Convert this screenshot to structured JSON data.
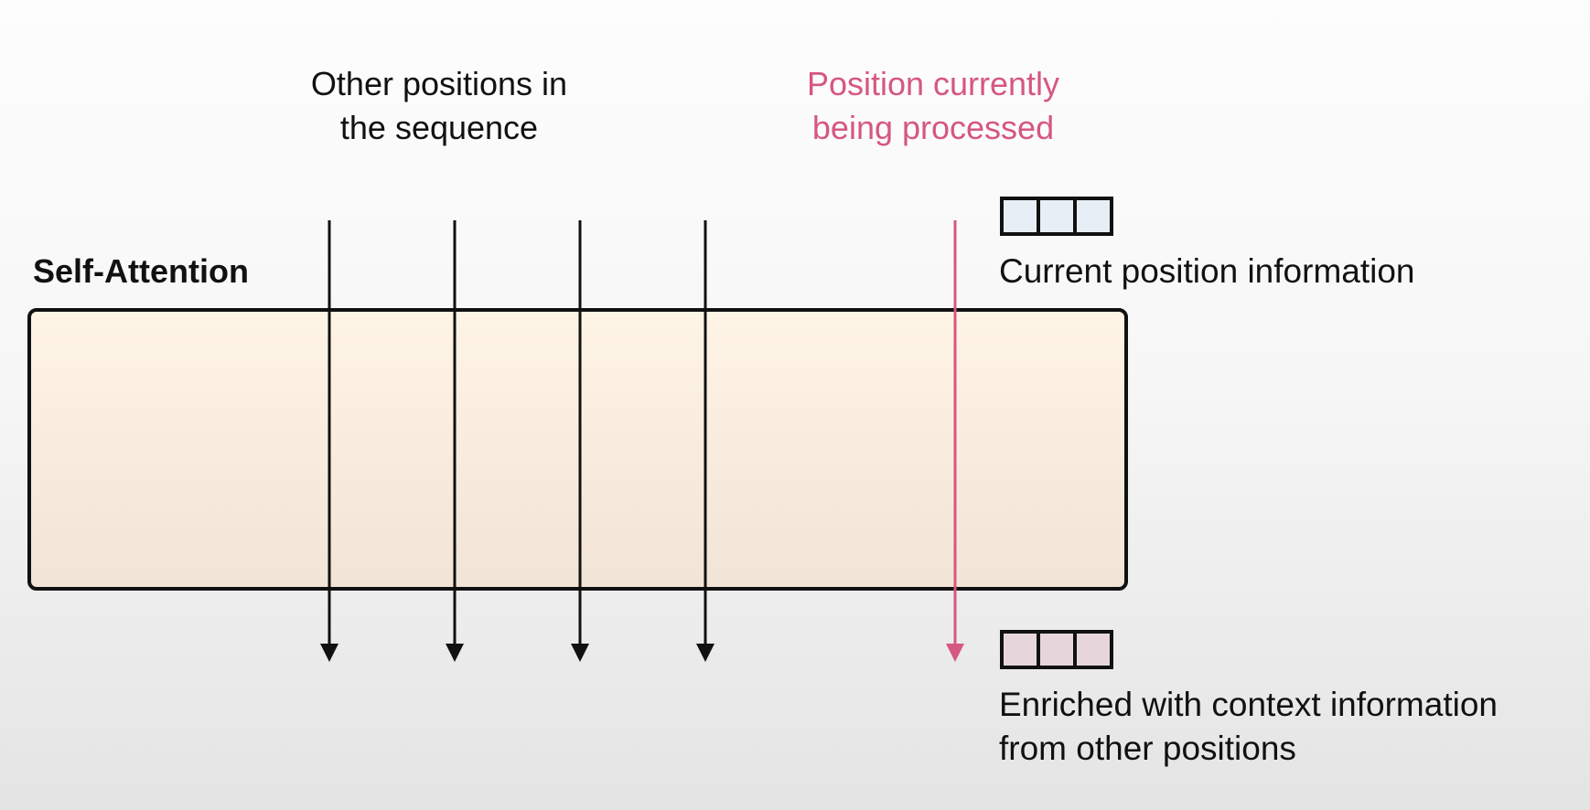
{
  "colors": {
    "accent": "#d6577f",
    "arrow": "#111111",
    "block_fill_top": "#fef4e6",
    "block_fill_bottom": "#f2e4d6",
    "current_vector_fill": "#e8eef5",
    "enriched_vector_fill": "#e6d6dc"
  },
  "labels": {
    "other_positions": [
      "Other positions in",
      "the sequence"
    ],
    "current_position": [
      "Position currently",
      "being processed"
    ],
    "self_attention": "Self-Attention",
    "current_info": "Current position information",
    "enriched": [
      "Enriched with context information",
      "from other positions"
    ]
  },
  "other_position_count": 4,
  "vector_cells": 3
}
